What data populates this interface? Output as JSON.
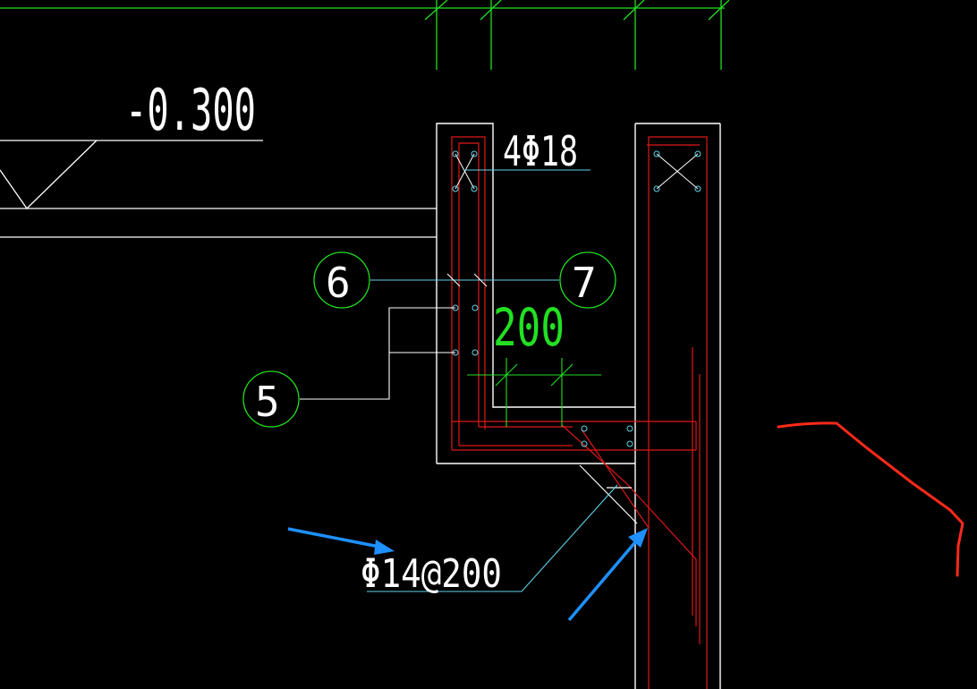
{
  "drawing": {
    "elevation_label": "-0.300",
    "column_rebar_label": "4Φ18",
    "dimension_label": "200",
    "stirrup_label": "Φ14@200",
    "callouts": [
      "6",
      "7",
      "5"
    ]
  },
  "colors": {
    "background": "#000000",
    "outline": "#ffffff",
    "grid": "#22e022",
    "rebar": "#e01818",
    "leader": "#5fd3e8",
    "arrow": "#1e90ff",
    "markup": "#ff2a1a"
  }
}
